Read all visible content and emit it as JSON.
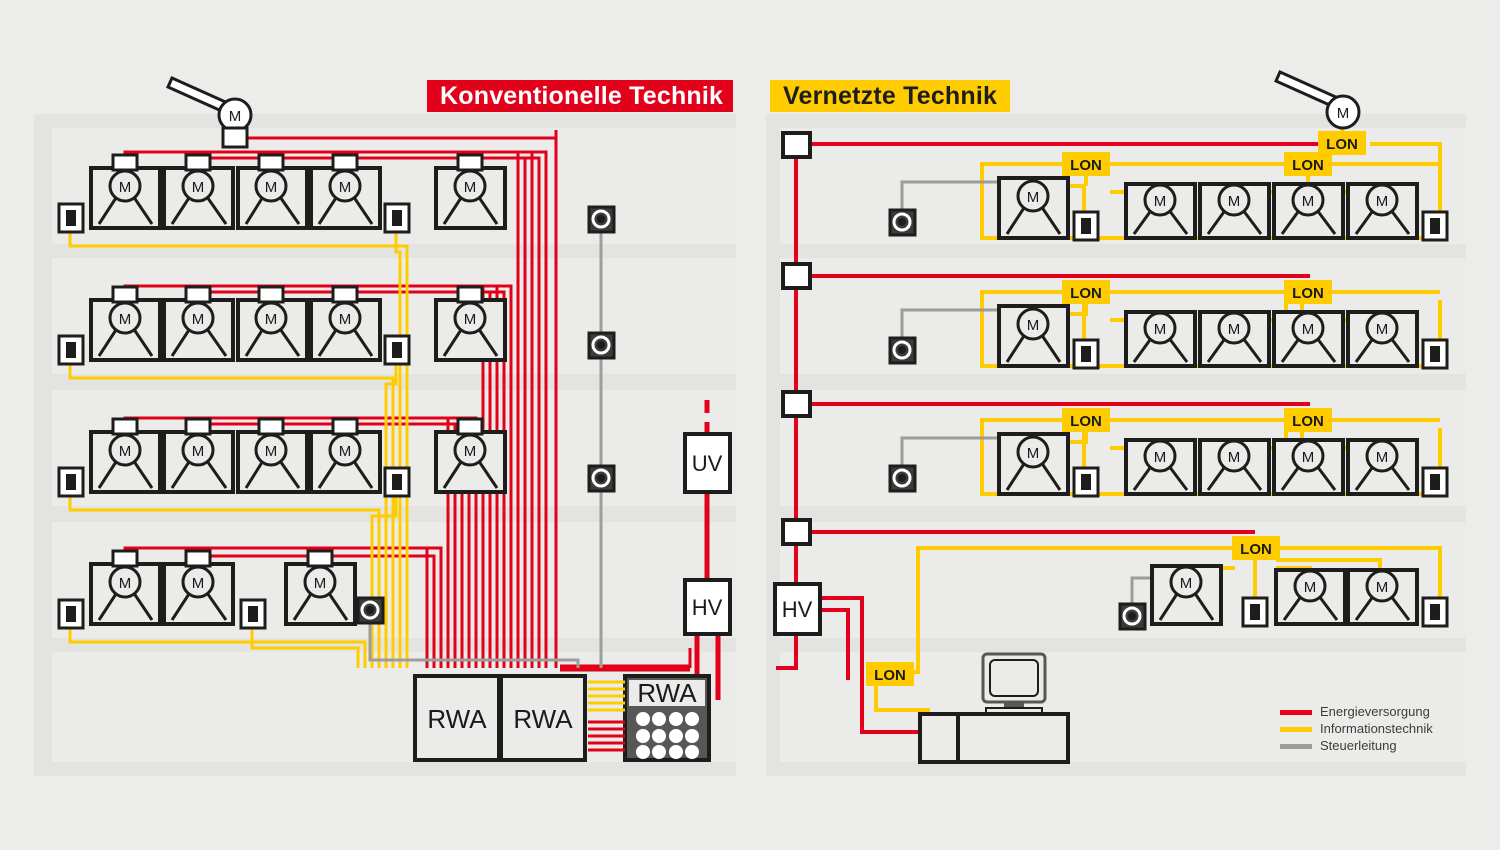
{
  "page": {
    "background": "#ececeb",
    "panel_bg": "#e3e3e1",
    "floor_bg": "#ebebea",
    "gap_bg": "#dcdcd8"
  },
  "colors": {
    "power_red": "#e2001a",
    "info_yellow": "#fc0",
    "control_gray": "#9d9d9c",
    "ink": "#1d1d1b",
    "white": "#ffffff",
    "panel_dark": "#575756"
  },
  "panels": {
    "left": {
      "title": "Konventionelle Technik",
      "title_bg": "#e2001a",
      "title_fg": "#ffffff"
    },
    "right": {
      "title": "Vernetzte Technik",
      "title_bg": "#fc0",
      "title_fg": "#1d1d1b"
    }
  },
  "labels": {
    "motor": "M",
    "lon": "LON",
    "uv": "UV",
    "hv": "HV",
    "rwa": "RWA"
  },
  "left_nodes": {
    "rwa_1": "RWA",
    "rwa_2": "RWA",
    "rwa_panel": "RWA",
    "uv": "UV",
    "hv": "HV"
  },
  "right_nodes": {
    "hv": "HV",
    "lon_skylight": "LON",
    "lon_f1_a": "LON",
    "lon_f1_b": "LON",
    "lon_f2_a": "LON",
    "lon_f2_b": "LON",
    "lon_f3_a": "LON",
    "lon_f3_b": "LON",
    "lon_f4": "LON",
    "lon_desk": "LON"
  },
  "legend": {
    "items": [
      {
        "label": "Energieversorgung",
        "color": "#e2001a"
      },
      {
        "label": "Informationstechnik",
        "color": "#fc0"
      },
      {
        "label": "Steuerleitung",
        "color": "#9d9d9c"
      }
    ]
  },
  "left_floors": [
    {
      "luminaires": 5,
      "switches": 2,
      "sensors": 1
    },
    {
      "luminaires": 5,
      "switches": 2,
      "sensors": 1
    },
    {
      "luminaires": 5,
      "switches": 2,
      "sensors": 1
    },
    {
      "luminaires": 3,
      "switches": 2,
      "sensors": 1
    }
  ],
  "right_floors": [
    {
      "luminaires": 5,
      "switches": 2,
      "sensors": 1,
      "lon_nodes": 2
    },
    {
      "luminaires": 5,
      "switches": 2,
      "sensors": 1,
      "lon_nodes": 2
    },
    {
      "luminaires": 5,
      "switches": 2,
      "sensors": 1,
      "lon_nodes": 2
    },
    {
      "luminaires": 3,
      "switches": 2,
      "sensors": 1,
      "lon_nodes": 1
    }
  ]
}
